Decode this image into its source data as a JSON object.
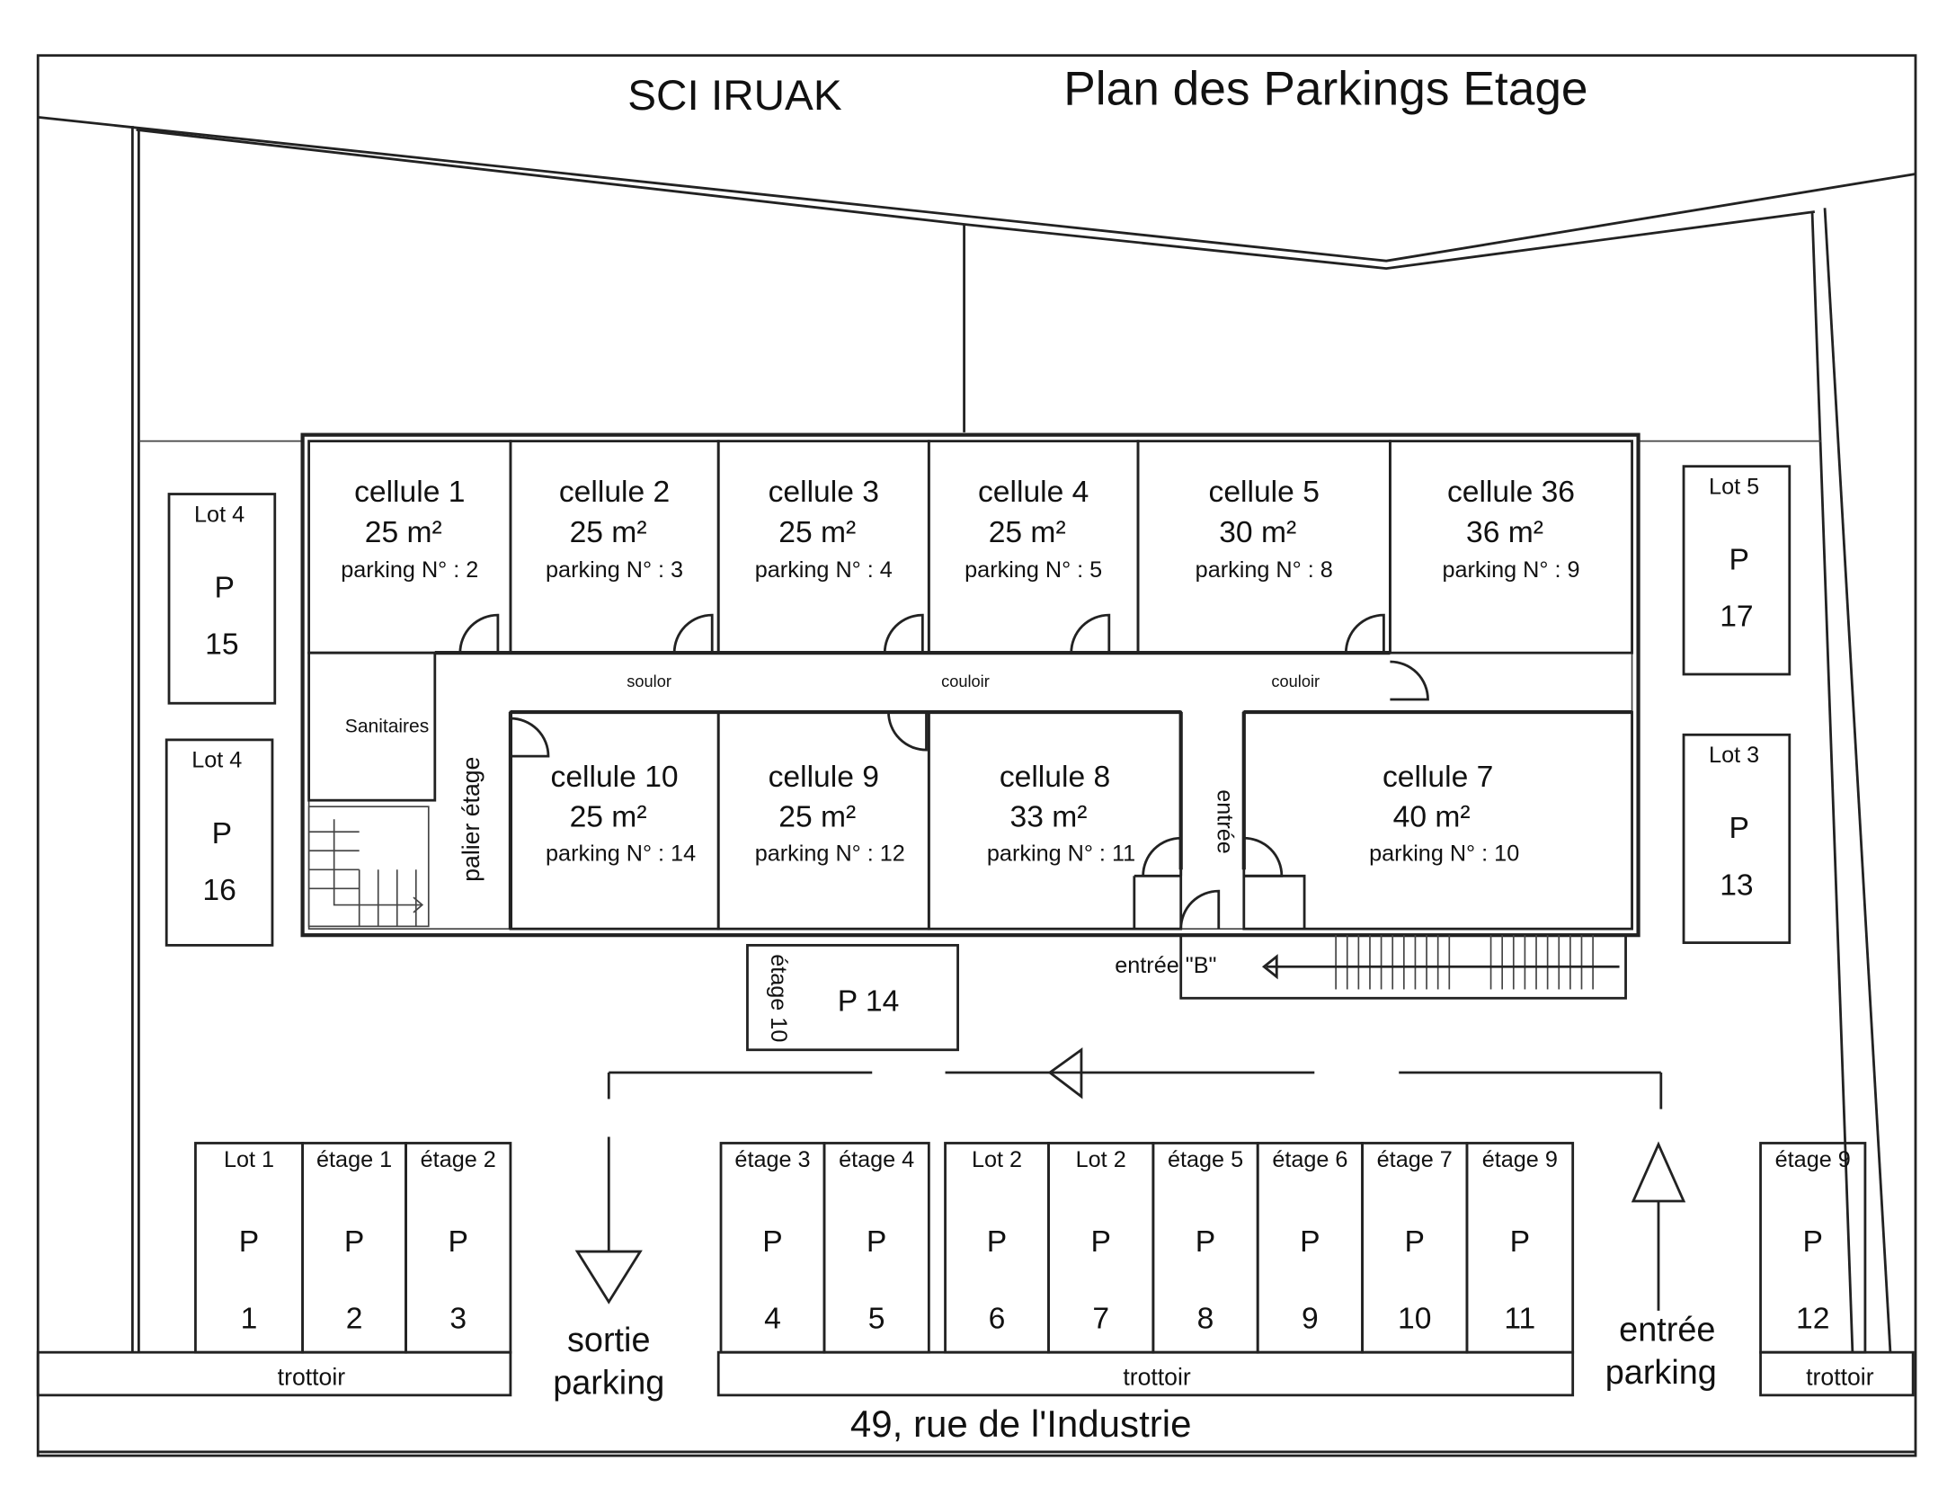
{
  "header": {
    "company": "SCI IRUAK",
    "title": "Plan des Parkings Etage"
  },
  "cells_top": [
    {
      "name": "cellule 1",
      "area": "25 m²",
      "parking": "parking  N° :  2"
    },
    {
      "name": "cellule 2",
      "area": "25 m²",
      "parking": "parking  N° :  3"
    },
    {
      "name": "cellule 3",
      "area": "25 m²",
      "parking": "parking  N° :  4"
    },
    {
      "name": "cellule 4",
      "area": "25 m²",
      "parking": "parking  N° :  5"
    },
    {
      "name": "cellule 5",
      "area": "30 m²",
      "parking": "parking  N° :  8"
    },
    {
      "name": "cellule 36",
      "area": "36  m²",
      "parking": "parking  N° :  9"
    }
  ],
  "cells_bottom": [
    {
      "name": "cellule 10",
      "area": "25 m²",
      "parking": "parking  N° : 14"
    },
    {
      "name": "cellule 9",
      "area": "25 m²",
      "parking": "parking  N° : 12"
    },
    {
      "name": "cellule 8",
      "area": "33 m²",
      "parking": "parking  N° : 11"
    },
    {
      "name": "cellule 7",
      "area": "40 m²",
      "parking": "parking  N° :  10"
    }
  ],
  "corridor_labels": [
    "soulor",
    "couloir",
    "couloir"
  ],
  "sanitaires": "Sanitaires",
  "paller": "palier étage",
  "entree_label": "entrée",
  "entree_b": "entrée \"B\"",
  "side_lots": [
    {
      "lot": "Lot 4",
      "p": "P",
      "num": "15"
    },
    {
      "lot": "Lot 4",
      "p": "P",
      "num": "16"
    },
    {
      "lot": "Lot 5",
      "p": "P",
      "num": "17"
    },
    {
      "lot": "Lot 3",
      "p": "P",
      "num": "13"
    }
  ],
  "p14": {
    "label": "étage 10",
    "text": "P  14"
  },
  "stalls": [
    {
      "lot": "Lot 1",
      "p": "P",
      "num": "1"
    },
    {
      "lot": "étage 1",
      "p": "P",
      "num": "2"
    },
    {
      "lot": "étage 2",
      "p": "P",
      "num": "3"
    },
    {
      "lot": "étage 3",
      "p": "P",
      "num": "4"
    },
    {
      "lot": "étage 4",
      "p": "P",
      "num": "5"
    },
    {
      "lot": "Lot 2",
      "p": "P",
      "num": "6"
    },
    {
      "lot": "Lot 2",
      "p": "P",
      "num": "7"
    },
    {
      "lot": "étage 5",
      "p": "P",
      "num": "8"
    },
    {
      "lot": "étage 6",
      "p": "P",
      "num": "9"
    },
    {
      "lot": "étage 7",
      "p": "P",
      "num": "10"
    },
    {
      "lot": "étage 9",
      "p": "P",
      "num": "11"
    },
    {
      "lot": "étage 9",
      "p": "P",
      "num": "12"
    }
  ],
  "sortie": {
    "line1": "sortie",
    "line2": "parking"
  },
  "entree": {
    "line1": "entrée",
    "line2": "parking"
  },
  "trottoir": [
    "trottoir",
    "trottoir",
    "trottoir"
  ],
  "street": "49, rue de l'Industrie"
}
